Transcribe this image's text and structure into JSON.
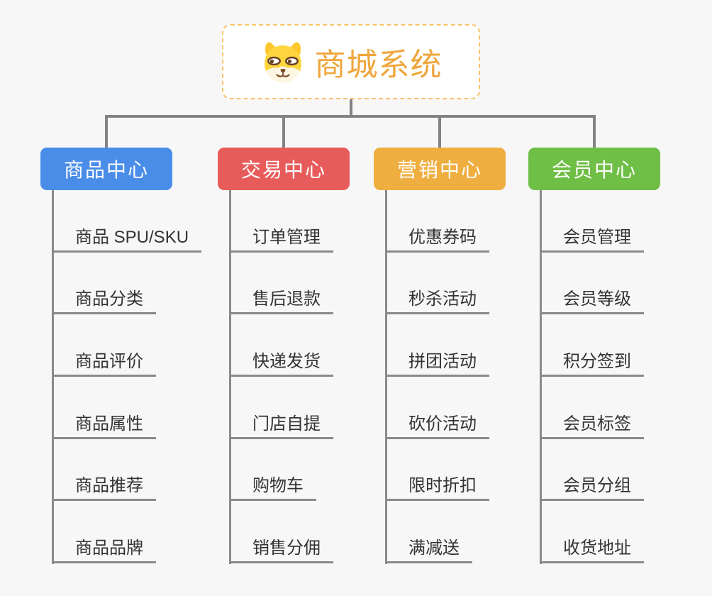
{
  "root": {
    "title": "商城系统",
    "icon": "dog-face-icon",
    "title_color": "#F0A63C",
    "border_color": "#F7C36B"
  },
  "colors": {
    "background": "#F7F7F7",
    "connector_line": "#838383",
    "leaf_text": "#333333"
  },
  "branches": [
    {
      "label": "商品中心",
      "color": "#4A8DE9",
      "children": [
        "商品 SPU/SKU",
        "商品分类",
        "商品评价",
        "商品属性",
        "商品推荐",
        "商品品牌"
      ]
    },
    {
      "label": "交易中心",
      "color": "#E85B5B",
      "children": [
        "订单管理",
        "售后退款",
        "快递发货",
        "门店自提",
        "购物车",
        "销售分佣"
      ]
    },
    {
      "label": "营销中心",
      "color": "#EFAE40",
      "children": [
        "优惠券码",
        "秒杀活动",
        "拼团活动",
        "砍价活动",
        "限时折扣",
        "满减送"
      ]
    },
    {
      "label": "会员中心",
      "color": "#6FBE45",
      "children": [
        "会员管理",
        "会员等级",
        "积分签到",
        "会员标签",
        "会员分组",
        "收货地址"
      ]
    }
  ]
}
